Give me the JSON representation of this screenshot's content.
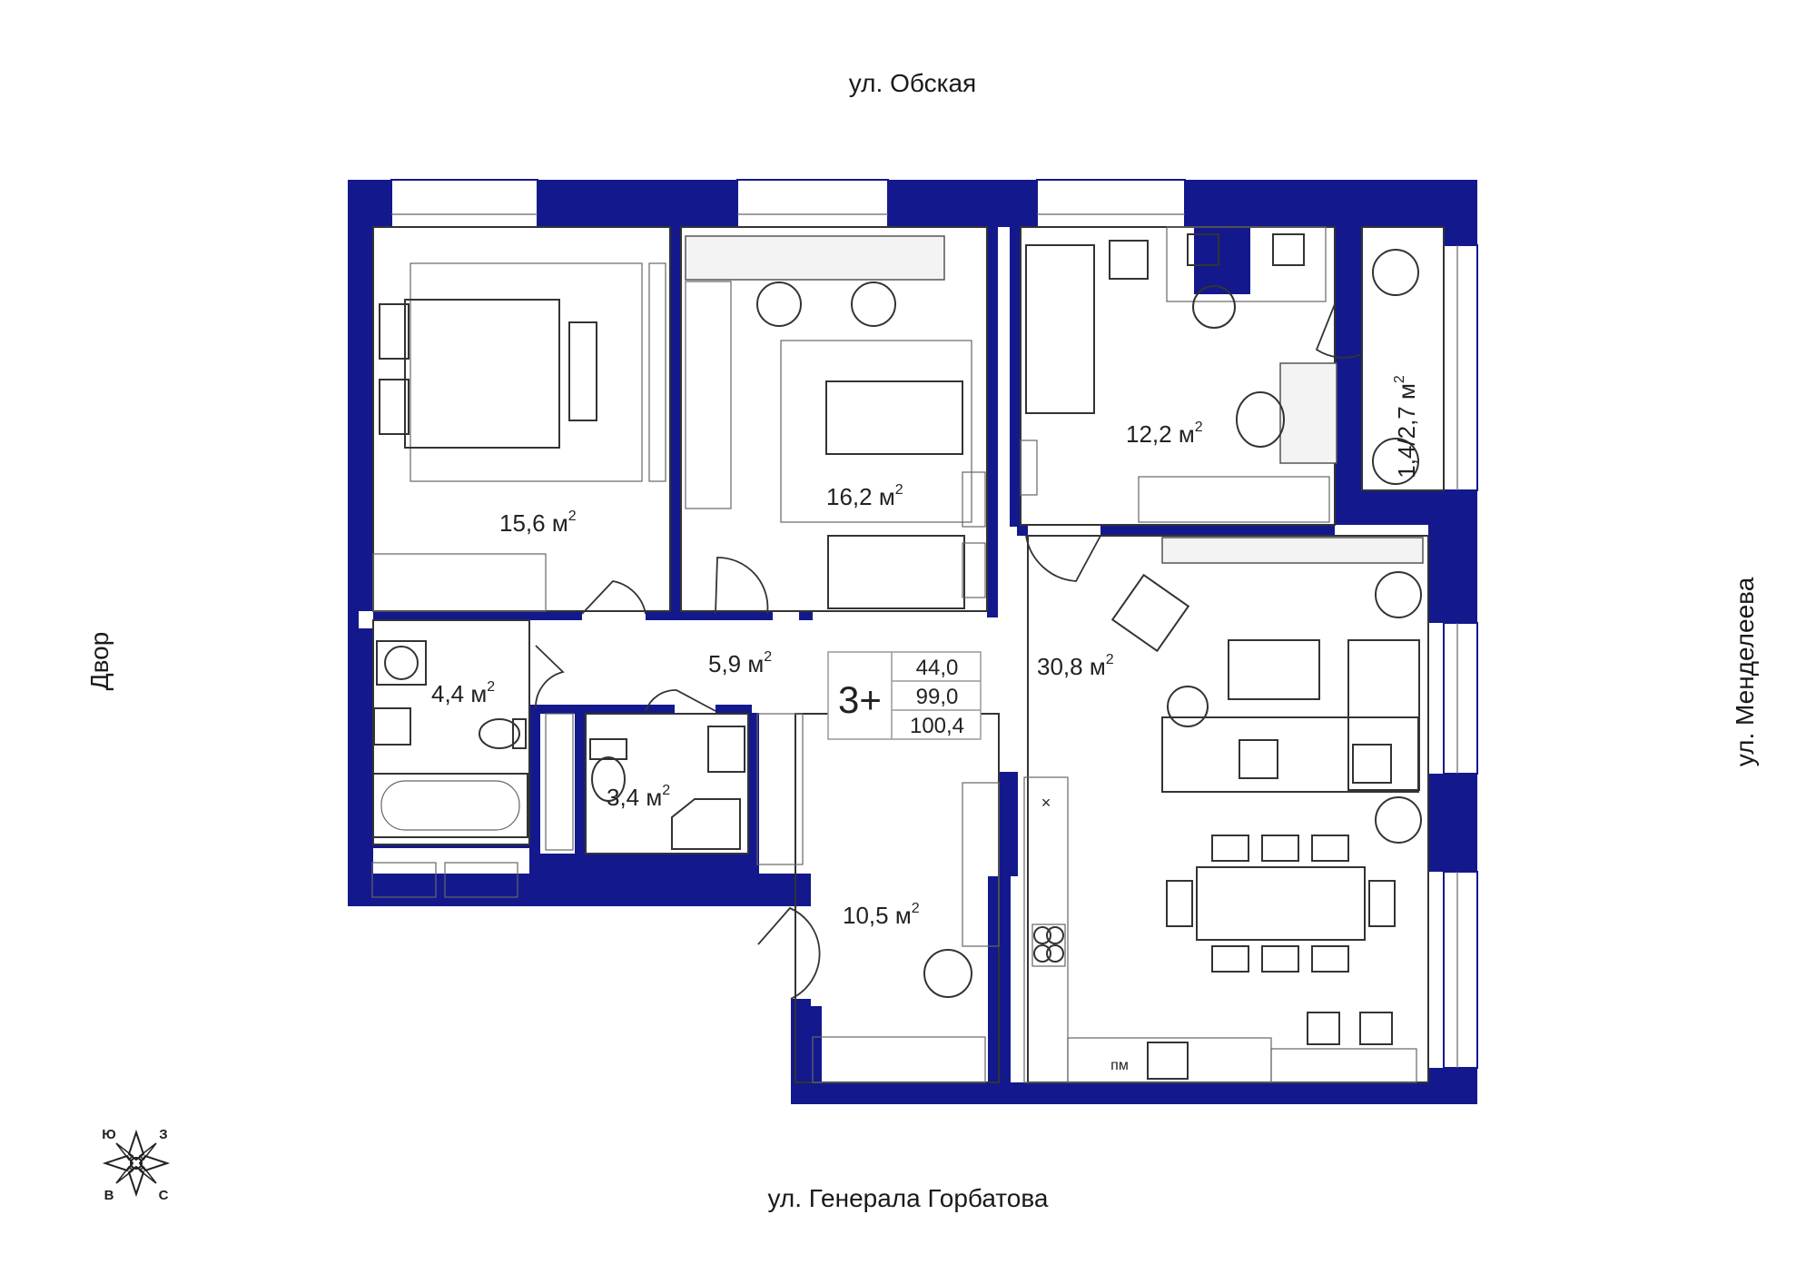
{
  "streets": {
    "top": "ул.  Обская",
    "bottom": "ул.  Генерала Горбатова",
    "left": "Двор",
    "right": "ул. Менделеева"
  },
  "rooms": {
    "bedroom_1": "15,6 м",
    "bedroom_2": "16,2 м",
    "bedroom_3": "12,2 м",
    "balcony": "1,4/2,7 м",
    "hall": "5,9 м",
    "living": "30,8 м",
    "bathroom": "4,4 м",
    "wc": "3,4 м",
    "corridor": "10,5 м",
    "sup": "2"
  },
  "summary": {
    "type": "3+",
    "values": [
      "44,0",
      "99,0",
      "100,4"
    ]
  },
  "kitchen": {
    "dishwasher_label": "пм",
    "hood_mark": "×"
  },
  "compass": {
    "top_left": "Ю",
    "top_right": "З",
    "bottom_left": "В",
    "bottom_right": "С"
  },
  "colors": {
    "wall": "#13198c",
    "outline": "#333333"
  }
}
